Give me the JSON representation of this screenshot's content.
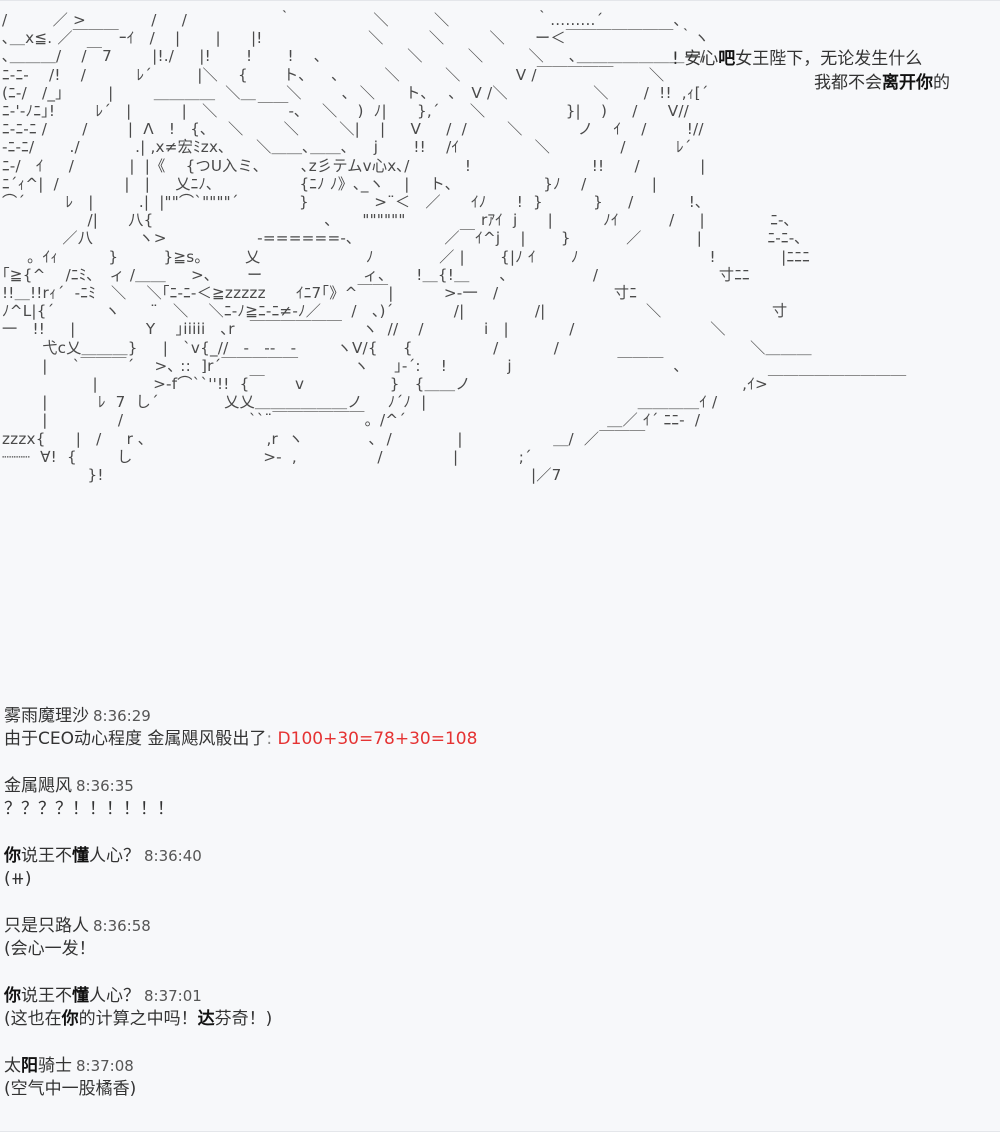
{
  "art": {
    "lines": [
      "/         ／ >             /     /                  ｀                ＼         ＼                 ｀.........´              ､",
      "､＿x≦. ／￣￣￣ｰｲ   /    |       |      |!                     ＼         ＼         ＼      ー＜￣￣￣￣￣￣￣ ｀ヽ",
      "､＿＿＿/    /￣7        |!./     |!       !       !    ､                 ＼         ＼         ＼     ､＿＿＿＿＿＿＿ー/",
      "ﾆ-ﾆ-    /!    /          ﾚ´         |＼    {       ト､     ､         ＼         ＼           V /￣￣￣￣￣       ＼",
      "(ﾆ-/   /_｣         |        ＿＿＿＿  ＼＿      ＼        ､  ＼      ト､    ､   V /＼                 ＼       /  !!  ,ｨ[´",
      "ﾆ-'-ﾉﾆ｣!        ﾚ´   |          |   ＼        ￣￣-､    ＼    )  ﾉ|      },´      ＼                }|    )     /      V//",
      "ﾆ-ﾆ-ﾆ /       /        |  Λ   !   {､    ＼        ＼        ＼|    |     V     /  /        ＼           ノ    ｲ    /        !//",
      "-ﾆ-ﾆ/       ./           .| ,x≠宏ﾐzx､      ＼＿＿､＿＿､     j       !!    /ｲ               ＼              /          ﾚ´",
      "ﾆ-/   ｲ     /           |  |《    {つU入ミ､        ､z彡テムv心x､/           !                        !!      /            |",
      "ﾆ´ｨ^|  /             |   |     乂ﾆﾉ､                 {ﾆﾉ ﾉ》､_ヽ    |    ト､                  }ﾉ    /             |",
      "⌒´        ﾚ   |         .|  |\"\"⌒`\"\"\"\"´            }             >¨＜   ／      ｲﾉ      !  }          }     /           !､",
      "                 /|      八{                                  ､      \"\"\"\"\"\"               rｱｲ  j      |          ﾉｲ          /     |             ﾆ-､",
      "            ／八         ヽ>                  -======-､                  ／￣ｲ^j    |       }           ／           |             ﾆ-ﾆ-､",
      "     。ｲｨ          }         }≧s。       乂                     ﾉ             ／ |       {|ﾉ ｲ       ﾉ                          !             |ﾆﾆﾆ",
      "｢≧{^    /ﾆﾐ､   ィ /＿＿     >､       ー                    ィ､      !＿{!＿      ､                 /                        寸ﾆﾆ",
      "!!＿!!rｨ´  -ﾆﾐ   ＼    ＼｢ﾆ-ﾆ-＜≧zzzzz      ｲﾆ7｢》^￣￣|          >-一   /                       寸ﾆ",
      "ﾉ^L|{´          ヽ      ¨   ＼    ＼ﾆ-ﾉ≧ﾆ-ﾆ≠-ﾉ／      /   、)´            /|              /|                    ＼                      寸",
      "一   !!     |              Y    ｣iiiii   ､r   ￣￣￣￣￣￣    ヽ  //    /            i   |            /                           ＼",
      "        弋c乂＿＿＿}     |   `v{_//   -   --   -        ヽV/{     {                /           /                                      ＼＿＿＿",
      "        |     `￣￣￣´    >､ ::  ]r´￣￣￣￣￣           ヽ     ｣-´:    !            j                     ￣￣￣  ､",
      "                  |           >-f⌒``''!!  {￣      v                 }   {＿＿ノ                                                      ,ｲ>￣￣￣￣￣￣￣￣￣",
      "        |          ﾚ  7  し´             乂乂＿＿＿＿＿＿ノ     ﾉ´ﾉ  |                                          ＿＿＿＿ｲ /",
      "        |              /                         ``¨￣￣￣￣￣￣。/^´                                        ＿／ ｲ´ ﾆﾆ-  /",
      "zzzx{      |   /     r ､                        ,r  ヽ             ､  /             |                  ＿/  ／￣￣￣",
      "┈┈┈  ∀!  {        し                          >-  ,                /              |            ;´",
      "                 }!                                                                                     |／7"
    ]
  },
  "speech": {
    "line1_prefix": "! 安心",
    "line1_bold": "吧",
    "line1_suffix": "女王陛下，无论发生什么",
    "line2_prefix": "我都不会",
    "line2_bold": "离开你",
    "line2_suffix": "的"
  },
  "chat": {
    "messages": [
      {
        "author": "雾雨魔理沙",
        "time": "8:36:29",
        "body_prefix": "由于CEO动心程度 金属飓风骰出了",
        "body_sep": ": ",
        "dice": "D100+30=78+30=108"
      },
      {
        "author": "金属飓风",
        "time": "8:36:35",
        "body": "？？？？！！！！！！"
      },
      {
        "author_bold": "你",
        "author_rest": "说王不",
        "author_bold2": "懂",
        "author_rest2": "人心？",
        "time": "8:36:40",
        "body": "(⧺)"
      },
      {
        "author": "只是只路人",
        "time": "8:36:58",
        "body": "(会心一发！"
      },
      {
        "author_bold": "你",
        "author_rest": "说王不",
        "author_bold2": "懂",
        "author_rest2": "人心？",
        "time": "8:37:01",
        "body_a": "(这也在",
        "body_bold1": "你",
        "body_b": "的计算之中吗！",
        "body_bold2": "达",
        "body_c": "芬奇！)"
      },
      {
        "author_a": "太",
        "author_bold": "阳",
        "author_b": "骑士",
        "time": "8:37:08",
        "body": "(空气中一股橘香)"
      }
    ]
  },
  "colors": {
    "background": "#f7f8fa",
    "text": "#333333",
    "dice": "#e53333"
  }
}
